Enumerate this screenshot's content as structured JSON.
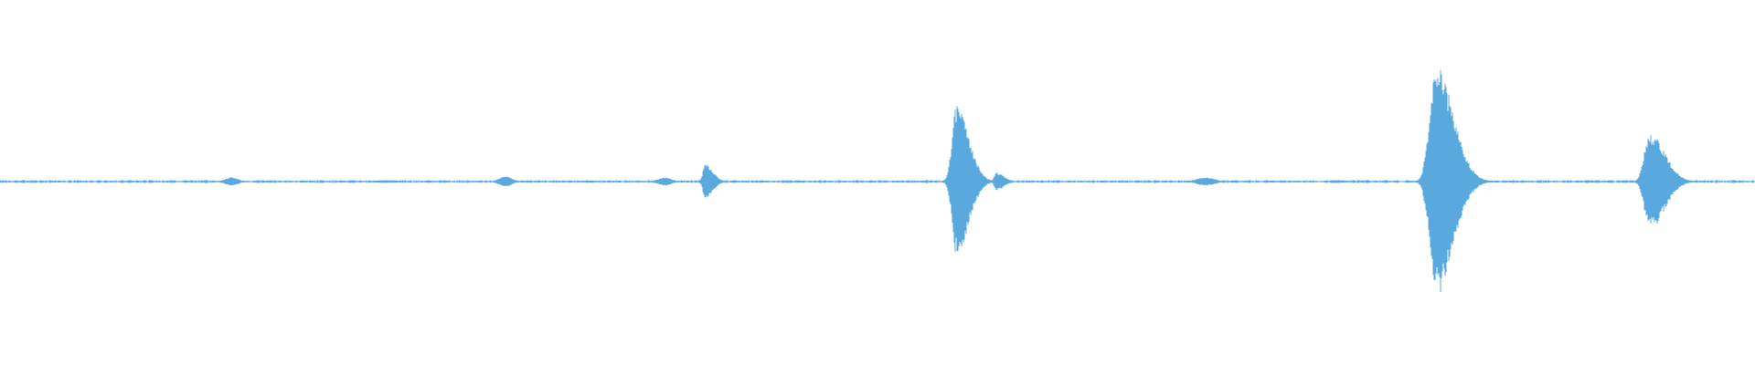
{
  "waveform": {
    "color": "#5aa9de",
    "background": "#ffffff",
    "duration_fraction_events": [
      {
        "name": "blip-1",
        "position": 0.132,
        "amplitude": 0.03,
        "width": 0.01,
        "shape": "symmetric"
      },
      {
        "name": "blip-2",
        "position": 0.22,
        "amplitude": 0.01,
        "width": 0.02,
        "shape": "symmetric"
      },
      {
        "name": "blip-3",
        "position": 0.288,
        "amplitude": 0.04,
        "width": 0.01,
        "shape": "symmetric"
      },
      {
        "name": "blip-4",
        "position": 0.379,
        "amplitude": 0.03,
        "width": 0.01,
        "shape": "symmetric"
      },
      {
        "name": "burst-1",
        "position": 0.402,
        "amplitude": 0.12,
        "width": 0.006,
        "shape": "attack"
      },
      {
        "name": "burst-2",
        "position": 0.545,
        "amplitude": 0.52,
        "width": 0.01,
        "shape": "attack"
      },
      {
        "name": "blip-5",
        "position": 0.568,
        "amplitude": 0.06,
        "width": 0.006,
        "shape": "attack"
      },
      {
        "name": "blip-6",
        "position": 0.687,
        "amplitude": 0.03,
        "width": 0.014,
        "shape": "symmetric"
      },
      {
        "name": "burst-3",
        "position": 0.818,
        "amplitude": 0.82,
        "width": 0.014,
        "shape": "attack"
      },
      {
        "name": "burst-4",
        "position": 0.94,
        "amplitude": 0.34,
        "width": 0.012,
        "shape": "attack"
      }
    ],
    "baseline_noise": 0.008
  }
}
